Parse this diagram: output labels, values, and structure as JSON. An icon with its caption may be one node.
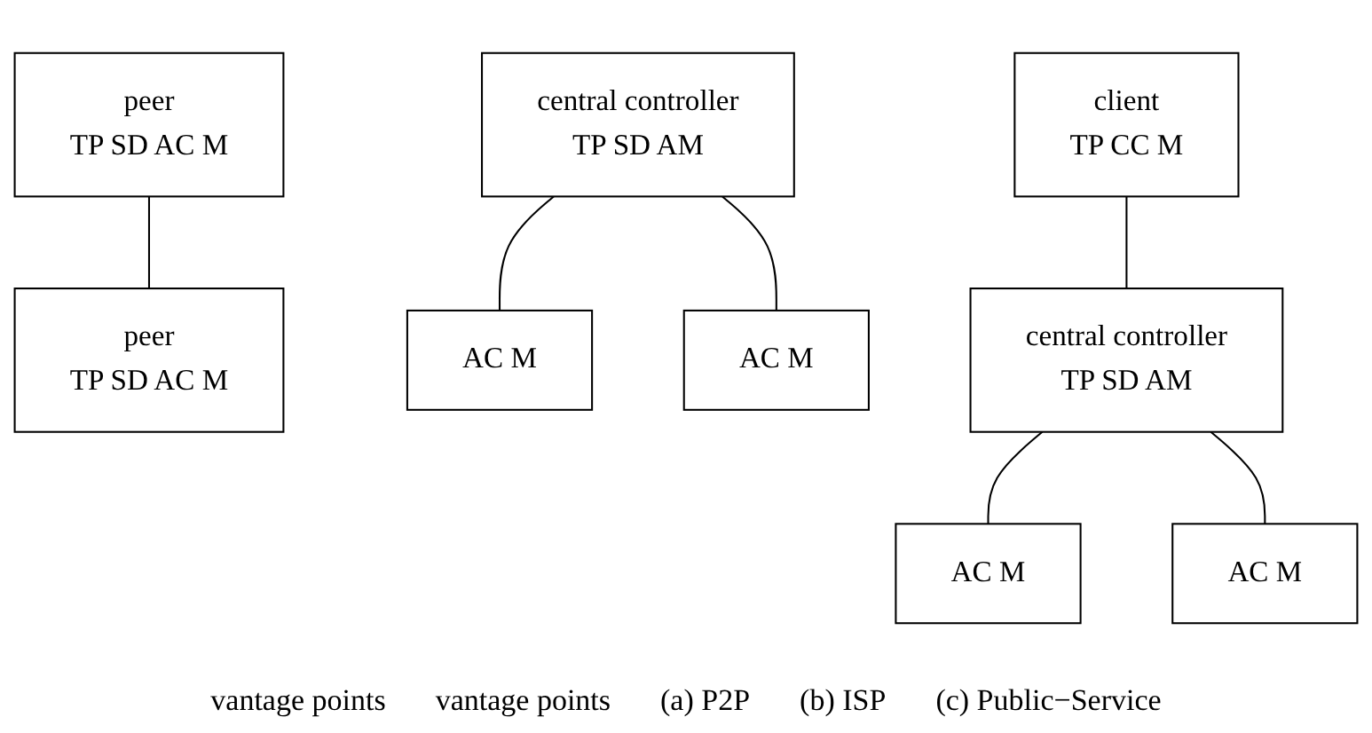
{
  "diagram": {
    "nodes": [
      {
        "text": [
          "peer",
          "TP SD AC M"
        ]
      },
      {
        "text": [
          "peer",
          "TP SD AC M"
        ]
      },
      {
        "text": [
          "central controller",
          "TP SD AM"
        ]
      },
      {
        "text": [
          "AC M"
        ]
      },
      {
        "text": [
          "AC M"
        ]
      },
      {
        "text": [
          "client",
          "TP CC M"
        ]
      },
      {
        "text": [
          "central controller",
          "TP SD AM"
        ]
      },
      {
        "text": [
          "AC M"
        ]
      },
      {
        "text": [
          "AC M"
        ]
      }
    ],
    "edges": [
      {
        "from": 0,
        "to": 1,
        "arrow": "none"
      },
      {
        "from": 2,
        "to": 3,
        "arrow": "none"
      },
      {
        "from": 2,
        "to": 4,
        "arrow": "none"
      },
      {
        "from": 5,
        "to": 6,
        "arrow": "none"
      },
      {
        "from": 6,
        "to": 7,
        "arrow": "none"
      },
      {
        "from": 6,
        "to": 8,
        "arrow": "none"
      }
    ],
    "labels": [
      "vantage points",
      "vantage points",
      "(a) P2P",
      "(b) ISP",
      "(c) Public−Service"
    ]
  }
}
